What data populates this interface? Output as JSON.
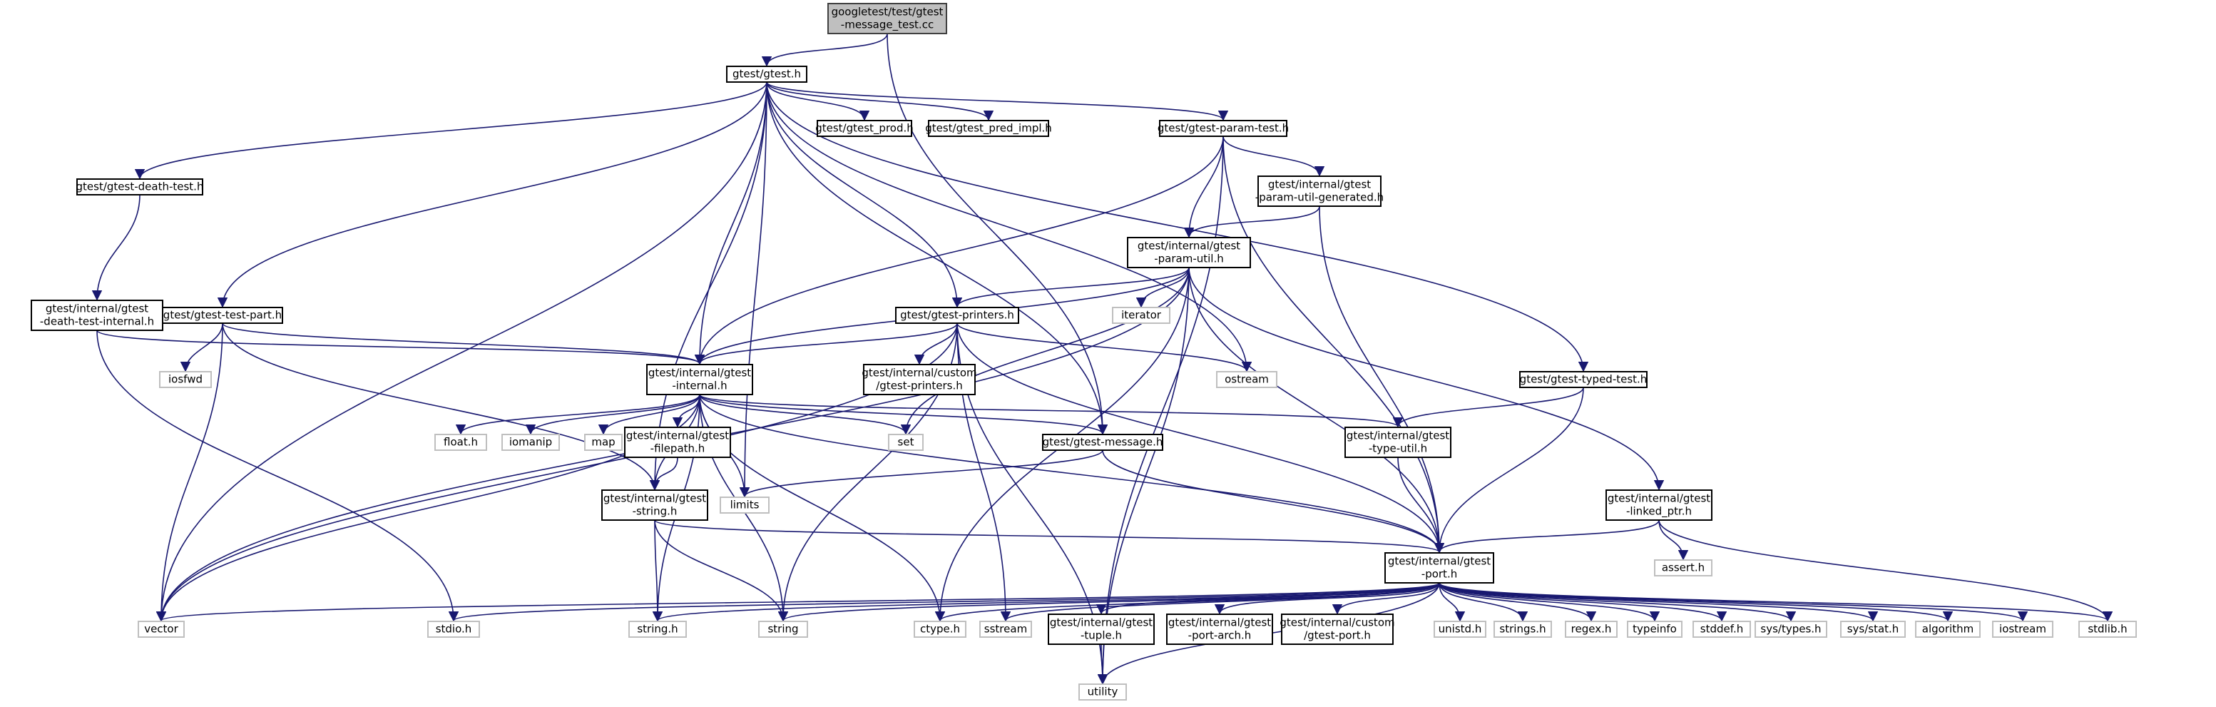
{
  "graph": {
    "colors": {
      "edge": "#191970",
      "root_fill": "#bfbfbf",
      "root_stroke": "#404040",
      "header_stroke": "#000000",
      "system_stroke": "#bfbfbf",
      "text": "#000000"
    },
    "nodes": [
      {
        "id": "root",
        "kind": "root",
        "lines": [
          "googletest/test/gtest",
          "-message_test.cc"
        ]
      },
      {
        "id": "gtest_h",
        "kind": "header",
        "lines": [
          "gtest/gtest.h"
        ]
      },
      {
        "id": "gtest_prod",
        "kind": "header",
        "lines": [
          "gtest/gtest_prod.h"
        ]
      },
      {
        "id": "gtest_pred_impl",
        "kind": "header",
        "lines": [
          "gtest/gtest_pred_impl.h"
        ]
      },
      {
        "id": "param_test",
        "kind": "header",
        "lines": [
          "gtest/gtest-param-test.h"
        ]
      },
      {
        "id": "death_test",
        "kind": "header",
        "lines": [
          "gtest/gtest-death-test.h"
        ]
      },
      {
        "id": "param_util_generated",
        "kind": "header",
        "lines": [
          "gtest/internal/gtest",
          "-param-util-generated.h"
        ]
      },
      {
        "id": "param_util",
        "kind": "header",
        "lines": [
          "gtest/internal/gtest",
          "-param-util.h"
        ]
      },
      {
        "id": "death_test_internal",
        "kind": "header",
        "lines": [
          "gtest/internal/gtest",
          "-death-test-internal.h"
        ]
      },
      {
        "id": "test_part",
        "kind": "header",
        "lines": [
          "gtest/gtest-test-part.h"
        ]
      },
      {
        "id": "printers",
        "kind": "header",
        "lines": [
          "gtest/gtest-printers.h"
        ]
      },
      {
        "id": "iterator",
        "kind": "system",
        "lines": [
          "iterator"
        ]
      },
      {
        "id": "iosfwd",
        "kind": "system",
        "lines": [
          "iosfwd"
        ]
      },
      {
        "id": "internal_h",
        "kind": "header",
        "lines": [
          "gtest/internal/gtest",
          "-internal.h"
        ]
      },
      {
        "id": "custom_printers",
        "kind": "header",
        "lines": [
          "gtest/internal/custom",
          "/gtest-printers.h"
        ]
      },
      {
        "id": "ostream",
        "kind": "system",
        "lines": [
          "ostream"
        ]
      },
      {
        "id": "typed_test",
        "kind": "header",
        "lines": [
          "gtest/gtest-typed-test.h"
        ]
      },
      {
        "id": "float_h",
        "kind": "system",
        "lines": [
          "float.h"
        ]
      },
      {
        "id": "iomanip",
        "kind": "system",
        "lines": [
          "iomanip"
        ]
      },
      {
        "id": "map",
        "kind": "system",
        "lines": [
          "map"
        ]
      },
      {
        "id": "filepath",
        "kind": "header",
        "lines": [
          "gtest/internal/gtest",
          "-filepath.h"
        ]
      },
      {
        "id": "set",
        "kind": "system",
        "lines": [
          "set"
        ]
      },
      {
        "id": "message_h",
        "kind": "header",
        "lines": [
          "gtest/gtest-message.h"
        ]
      },
      {
        "id": "type_util",
        "kind": "header",
        "lines": [
          "gtest/internal/gtest",
          "-type-util.h"
        ]
      },
      {
        "id": "limits",
        "kind": "system",
        "lines": [
          "limits"
        ]
      },
      {
        "id": "string_h_internal",
        "kind": "header",
        "lines": [
          "gtest/internal/gtest",
          "-string.h"
        ]
      },
      {
        "id": "linked_ptr",
        "kind": "header",
        "lines": [
          "gtest/internal/gtest",
          "-linked_ptr.h"
        ]
      },
      {
        "id": "assert_h",
        "kind": "system",
        "lines": [
          "assert.h"
        ]
      },
      {
        "id": "port_h",
        "kind": "header",
        "lines": [
          "gtest/internal/gtest",
          "-port.h"
        ]
      },
      {
        "id": "vector",
        "kind": "system",
        "lines": [
          "vector"
        ]
      },
      {
        "id": "stdio_h",
        "kind": "system",
        "lines": [
          "stdio.h"
        ]
      },
      {
        "id": "string_dot_h",
        "kind": "system",
        "lines": [
          "string.h"
        ]
      },
      {
        "id": "string",
        "kind": "system",
        "lines": [
          "string"
        ]
      },
      {
        "id": "ctype_h",
        "kind": "system",
        "lines": [
          "ctype.h"
        ]
      },
      {
        "id": "sstream",
        "kind": "system",
        "lines": [
          "sstream"
        ]
      },
      {
        "id": "tuple",
        "kind": "header",
        "lines": [
          "gtest/internal/gtest",
          "-tuple.h"
        ]
      },
      {
        "id": "port_arch",
        "kind": "header",
        "lines": [
          "gtest/internal/gtest",
          "-port-arch.h"
        ]
      },
      {
        "id": "custom_port",
        "kind": "header",
        "lines": [
          "gtest/internal/custom",
          "/gtest-port.h"
        ]
      },
      {
        "id": "unistd_h",
        "kind": "system",
        "lines": [
          "unistd.h"
        ]
      },
      {
        "id": "strings_h",
        "kind": "system",
        "lines": [
          "strings.h"
        ]
      },
      {
        "id": "regex_h",
        "kind": "system",
        "lines": [
          "regex.h"
        ]
      },
      {
        "id": "typeinfo",
        "kind": "system",
        "lines": [
          "typeinfo"
        ]
      },
      {
        "id": "stddef_h",
        "kind": "system",
        "lines": [
          "stddef.h"
        ]
      },
      {
        "id": "sys_types",
        "kind": "system",
        "lines": [
          "sys/types.h"
        ]
      },
      {
        "id": "sys_stat",
        "kind": "system",
        "lines": [
          "sys/stat.h"
        ]
      },
      {
        "id": "algorithm",
        "kind": "system",
        "lines": [
          "algorithm"
        ]
      },
      {
        "id": "iostream",
        "kind": "system",
        "lines": [
          "iostream"
        ]
      },
      {
        "id": "stdlib_h",
        "kind": "system",
        "lines": [
          "stdlib.h"
        ]
      },
      {
        "id": "utility",
        "kind": "system",
        "lines": [
          "utility"
        ]
      }
    ],
    "edges": [
      [
        "root",
        "gtest_h"
      ],
      [
        "root",
        "message_h"
      ],
      [
        "gtest_h",
        "gtest_prod"
      ],
      [
        "gtest_h",
        "gtest_pred_impl"
      ],
      [
        "gtest_h",
        "param_test"
      ],
      [
        "gtest_h",
        "death_test"
      ],
      [
        "gtest_h",
        "test_part"
      ],
      [
        "gtest_h",
        "printers"
      ],
      [
        "gtest_h",
        "internal_h"
      ],
      [
        "gtest_h",
        "ostream"
      ],
      [
        "gtest_h",
        "typed_test"
      ],
      [
        "gtest_h",
        "message_h"
      ],
      [
        "gtest_h",
        "limits"
      ],
      [
        "gtest_h",
        "string_h_internal"
      ],
      [
        "gtest_h",
        "vector"
      ],
      [
        "param_test",
        "param_util_generated"
      ],
      [
        "param_test",
        "param_util"
      ],
      [
        "param_test",
        "internal_h"
      ],
      [
        "param_test",
        "port_h"
      ],
      [
        "param_test",
        "utility"
      ],
      [
        "death_test",
        "death_test_internal"
      ],
      [
        "param_util_generated",
        "param_util"
      ],
      [
        "param_util_generated",
        "port_h"
      ],
      [
        "param_util",
        "printers"
      ],
      [
        "param_util",
        "iterator"
      ],
      [
        "param_util",
        "internal_h"
      ],
      [
        "param_util",
        "linked_ptr"
      ],
      [
        "param_util",
        "port_h"
      ],
      [
        "param_util",
        "set"
      ],
      [
        "param_util",
        "vector"
      ],
      [
        "param_util",
        "utility"
      ],
      [
        "param_util",
        "ctype_h"
      ],
      [
        "death_test_internal",
        "internal_h"
      ],
      [
        "death_test_internal",
        "stdio_h"
      ],
      [
        "test_part",
        "internal_h"
      ],
      [
        "test_part",
        "iosfwd"
      ],
      [
        "test_part",
        "string_h_internal"
      ],
      [
        "test_part",
        "vector"
      ],
      [
        "printers",
        "internal_h"
      ],
      [
        "printers",
        "custom_printers"
      ],
      [
        "printers",
        "ostream"
      ],
      [
        "printers",
        "port_h"
      ],
      [
        "printers",
        "sstream"
      ],
      [
        "printers",
        "string"
      ],
      [
        "printers",
        "utility"
      ],
      [
        "printers",
        "vector"
      ],
      [
        "internal_h",
        "float_h"
      ],
      [
        "internal_h",
        "iomanip"
      ],
      [
        "internal_h",
        "map"
      ],
      [
        "internal_h",
        "filepath"
      ],
      [
        "internal_h",
        "set"
      ],
      [
        "internal_h",
        "message_h"
      ],
      [
        "internal_h",
        "type_util"
      ],
      [
        "internal_h",
        "limits"
      ],
      [
        "internal_h",
        "string_h_internal"
      ],
      [
        "internal_h",
        "port_h"
      ],
      [
        "internal_h",
        "vector"
      ],
      [
        "internal_h",
        "string_dot_h"
      ],
      [
        "internal_h",
        "string"
      ],
      [
        "internal_h",
        "ctype_h"
      ],
      [
        "typed_test",
        "type_util"
      ],
      [
        "typed_test",
        "port_h"
      ],
      [
        "filepath",
        "string_h_internal"
      ],
      [
        "message_h",
        "limits"
      ],
      [
        "message_h",
        "port_h"
      ],
      [
        "type_util",
        "port_h"
      ],
      [
        "string_h_internal",
        "port_h"
      ],
      [
        "string_h_internal",
        "string_dot_h"
      ],
      [
        "string_h_internal",
        "string"
      ],
      [
        "linked_ptr",
        "assert_h"
      ],
      [
        "linked_ptr",
        "port_h"
      ],
      [
        "linked_ptr",
        "stdlib_h"
      ],
      [
        "port_h",
        "vector"
      ],
      [
        "port_h",
        "stdio_h"
      ],
      [
        "port_h",
        "string_dot_h"
      ],
      [
        "port_h",
        "string"
      ],
      [
        "port_h",
        "ctype_h"
      ],
      [
        "port_h",
        "sstream"
      ],
      [
        "port_h",
        "tuple"
      ],
      [
        "port_h",
        "port_arch"
      ],
      [
        "port_h",
        "custom_port"
      ],
      [
        "port_h",
        "unistd_h"
      ],
      [
        "port_h",
        "strings_h"
      ],
      [
        "port_h",
        "regex_h"
      ],
      [
        "port_h",
        "typeinfo"
      ],
      [
        "port_h",
        "stddef_h"
      ],
      [
        "port_h",
        "sys_types"
      ],
      [
        "port_h",
        "sys_stat"
      ],
      [
        "port_h",
        "algorithm"
      ],
      [
        "port_h",
        "iostream"
      ],
      [
        "port_h",
        "stdlib_h"
      ],
      [
        "port_h",
        "utility"
      ],
      [
        "tuple",
        "utility"
      ]
    ]
  }
}
